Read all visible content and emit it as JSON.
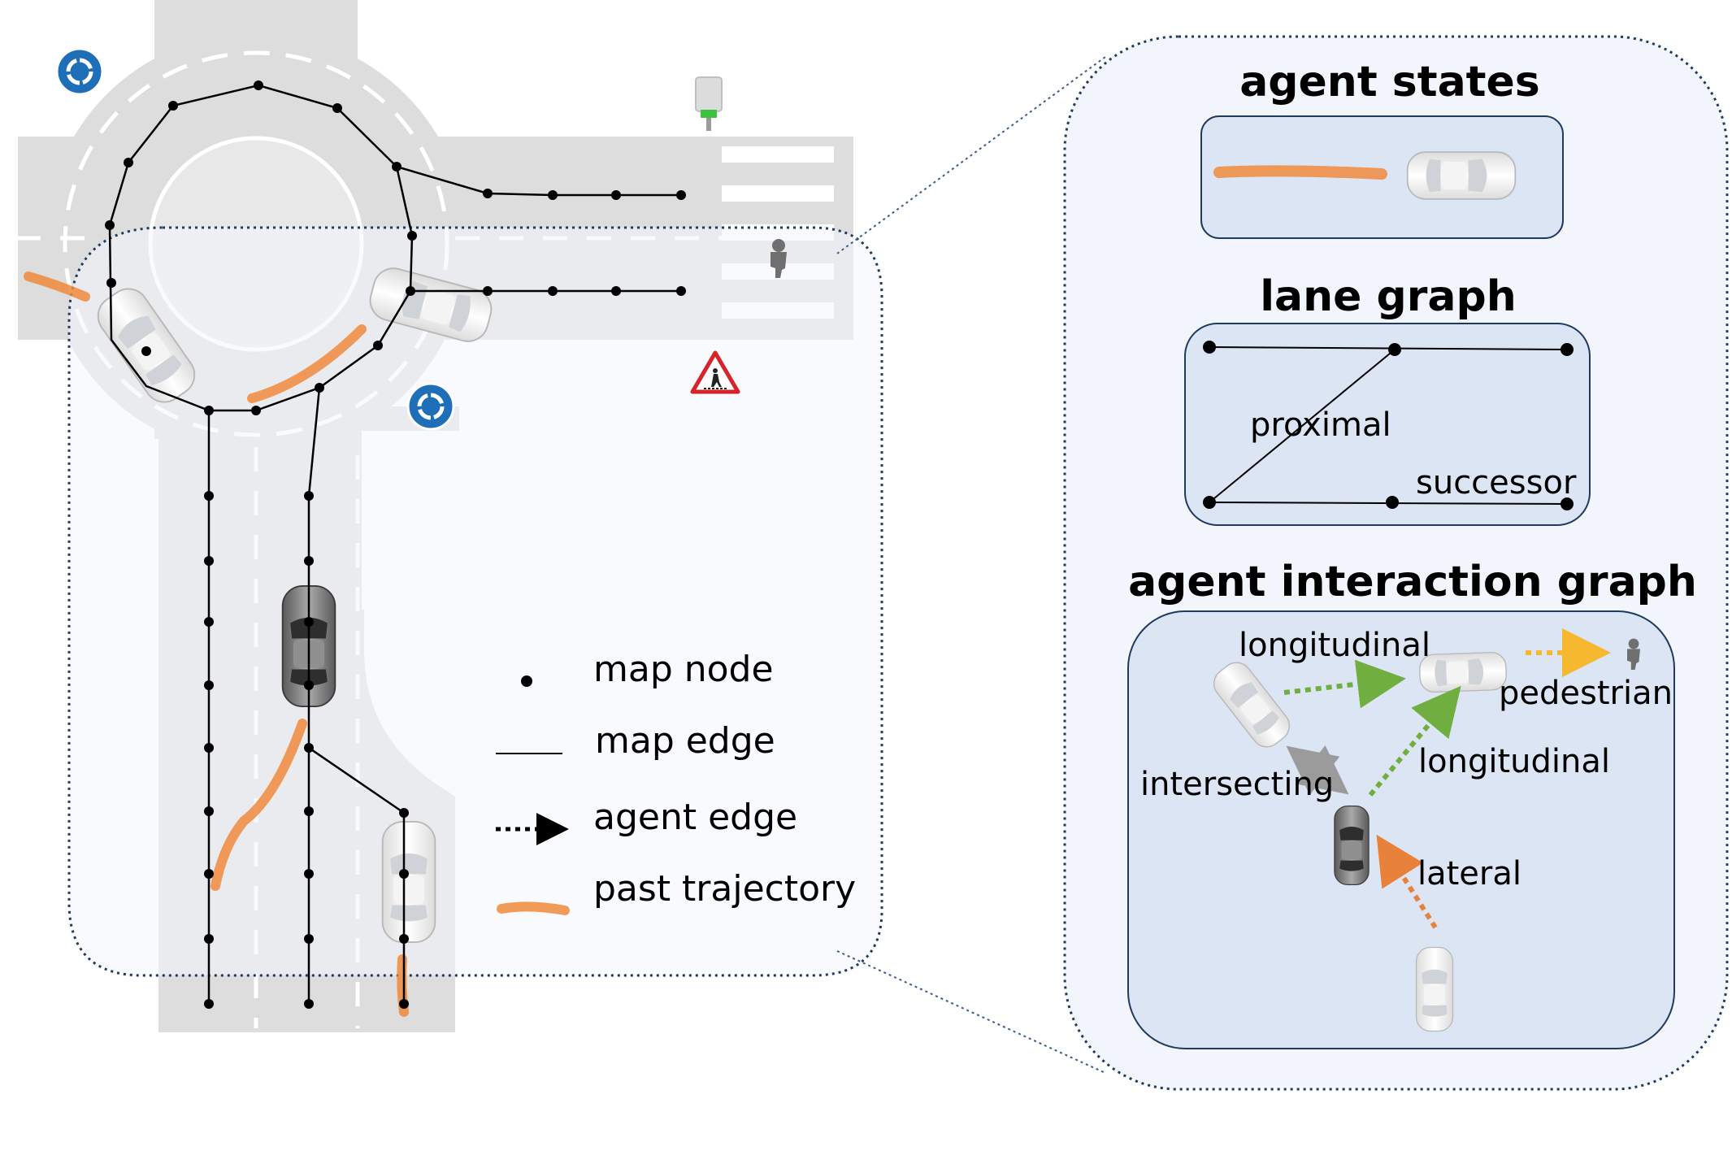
{
  "legend": {
    "map_node": "map node",
    "map_edge": "map edge",
    "agent_edge": "agent edge",
    "past_trajectory": "past trajectory"
  },
  "panel_titles": {
    "agent_states": "agent states",
    "lane_graph": "lane graph",
    "agent_interaction_graph": "agent interaction graph"
  },
  "lane_graph_labels": {
    "proximal": "proximal",
    "successor": "successor"
  },
  "interaction_labels": {
    "longitudinal_top": "longitudinal",
    "pedestrian": "pedestrian",
    "longitudinal_right": "longitudinal",
    "intersecting": "intersecting",
    "lateral": "lateral"
  },
  "icons": [
    "roundabout-sign-icon",
    "traffic-light-icon",
    "pedestrian-icon",
    "pedestrian-crossing-warning-sign-icon",
    "car-icon"
  ],
  "colors": {
    "road": "#dddddd",
    "highlight_panel": "#f2f6fc",
    "inner_box": "#dbe5f4",
    "trajectory": "#f08a3c",
    "longitudinal_edge": "#6fae3f",
    "pedestrian_edge": "#f5b82e",
    "intersecting_edge": "#9b9b9b",
    "lateral_edge": "#e8823a",
    "dashed_border": "#1f3a5f"
  }
}
